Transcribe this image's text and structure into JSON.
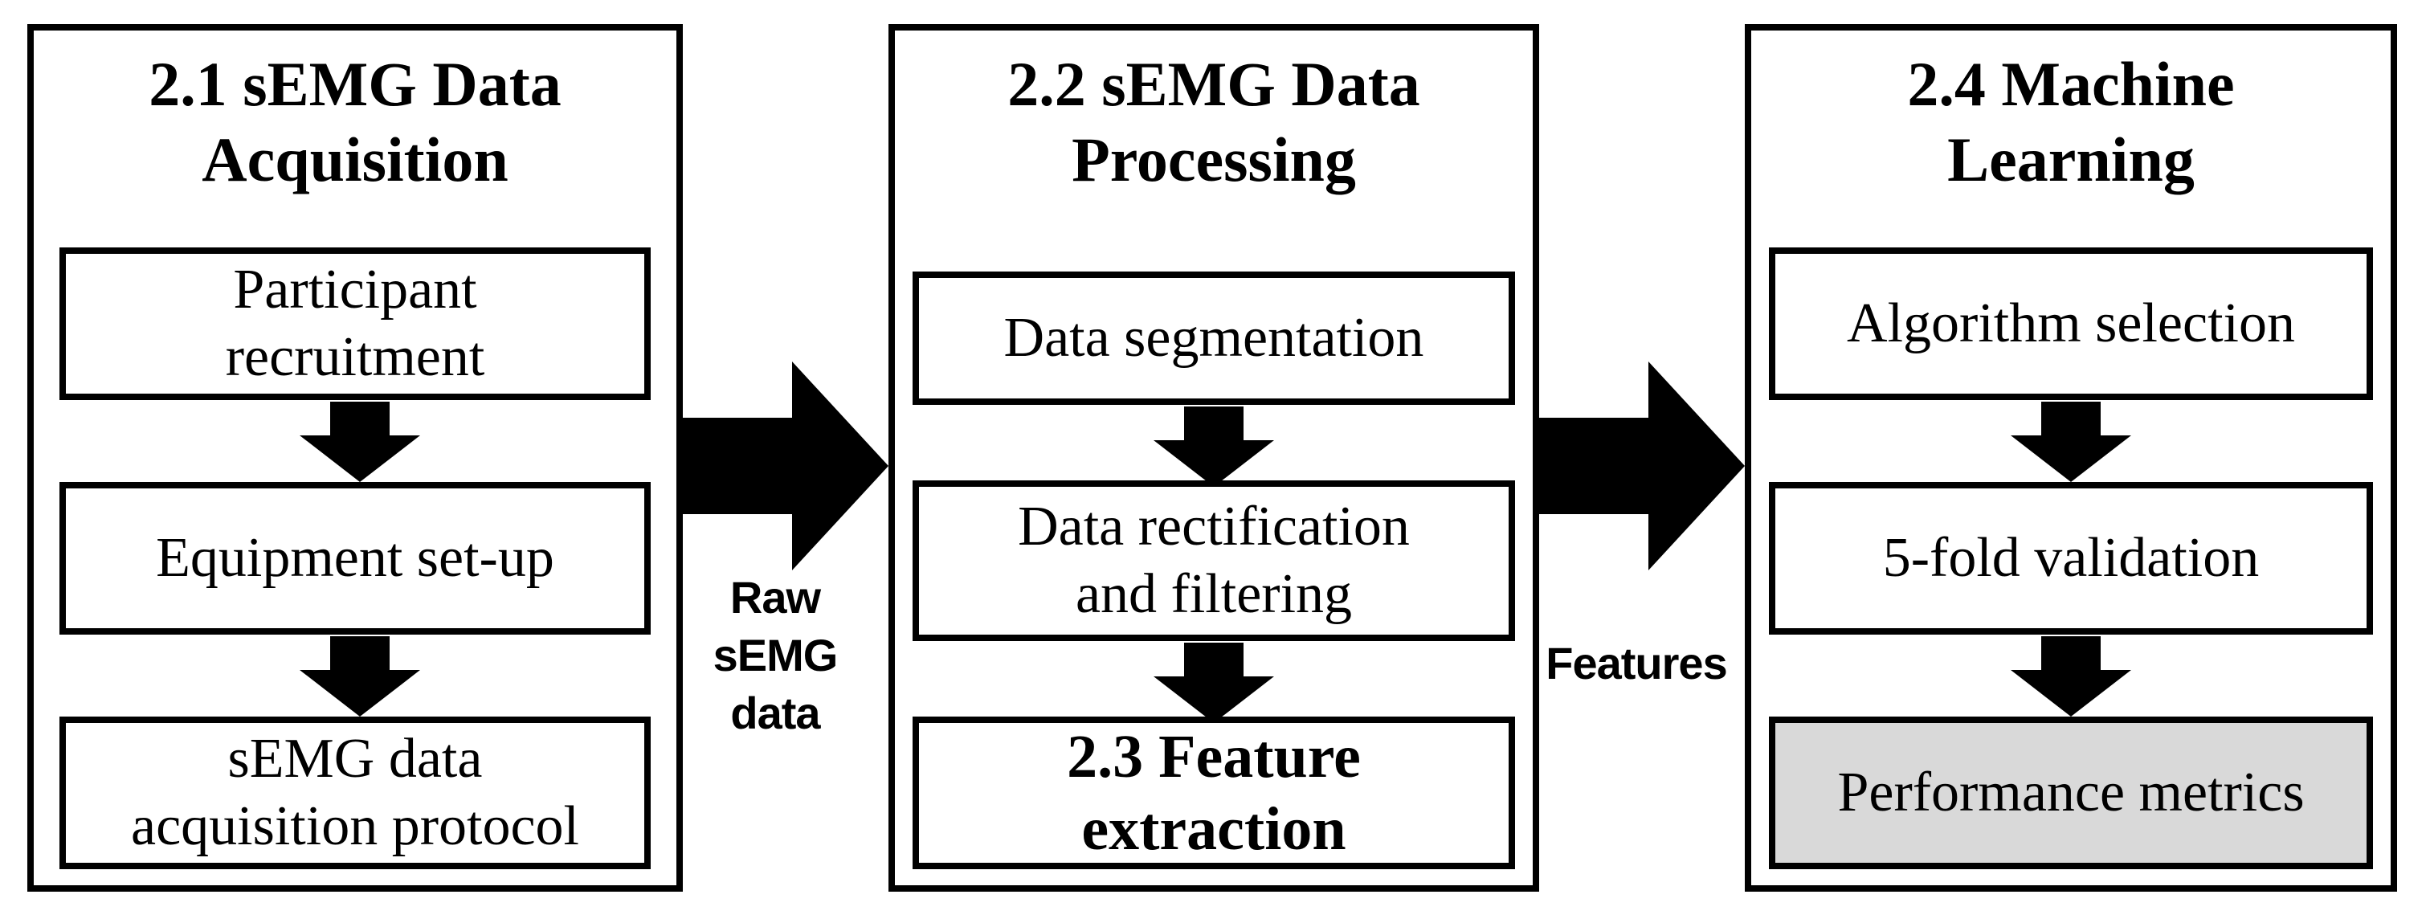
{
  "panels": [
    {
      "title_line1": "2.1 sEMG Data",
      "title_line2": "Acquisition",
      "steps": [
        {
          "line1": "Participant",
          "line2": "recruitment"
        },
        {
          "line1": "Equipment set-up",
          "line2": ""
        },
        {
          "line1": "sEMG data",
          "line2": "acquisition protocol"
        }
      ]
    },
    {
      "title_line1": "2.2 sEMG Data",
      "title_line2": "Processing",
      "steps": [
        {
          "line1": "Data segmentation",
          "line2": ""
        },
        {
          "line1": "Data rectification",
          "line2": "and filtering"
        },
        {
          "line1": "2.3 Feature",
          "line2": "extraction"
        }
      ]
    },
    {
      "title_line1": "2.4 Machine",
      "title_line2": "Learning",
      "steps": [
        {
          "line1": "Algorithm selection",
          "line2": ""
        },
        {
          "line1": "5-fold validation",
          "line2": ""
        },
        {
          "line1": "Performance metrics",
          "line2": ""
        }
      ]
    }
  ],
  "connectors": [
    {
      "label_line1": "Raw",
      "label_line2": "sEMG",
      "label_line3": "data"
    },
    {
      "label_line1": "Features",
      "label_line2": "",
      "label_line3": ""
    }
  ],
  "colors": {
    "stroke": "#000000",
    "highlight_fill": "#d9d9d9"
  }
}
